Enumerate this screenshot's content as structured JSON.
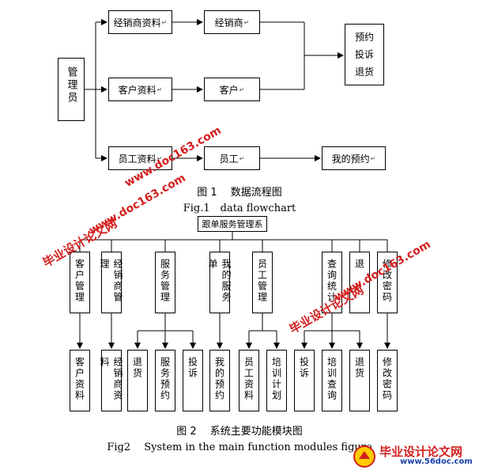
{
  "fig1": {
    "boxes": {
      "admin": "管理员",
      "dealer_info": "经销商资料",
      "dealer": "经销商",
      "customer_info": "客户资料",
      "customer": "客户",
      "staff_info": "员工资料",
      "staff": "员工",
      "my_booking": "我的预约",
      "reserve_complain_return": "预约投诉退货"
    },
    "caption_cn": "图 1　 数据流程图",
    "caption_en": "Fig.1　data flowchart"
  },
  "fig2": {
    "root": "跟单服务管理系",
    "modules": {
      "customer_mgmt": "客户管理",
      "dealer_mgmt": "经销商管理",
      "service_mgmt": "服务管理",
      "my_service": "我的服务单",
      "staff_mgmt": "员工管理",
      "query": "查询统计",
      "logout": "退",
      "change_password": "修改密码"
    },
    "leaves": {
      "customer_info": "客户资料",
      "dealer_info": "经销商资料",
      "return": "退货",
      "service_booking": "服务预约",
      "complain": "投诉",
      "my_booking": "我的预约",
      "staff_info": "员工资料",
      "training_plan": "培训计划",
      "complain2": "投诉",
      "training_query": "培训查询",
      "return2": "退货",
      "change_password": "修改密码"
    },
    "caption_cn": "图 2　 系统主要功能模块图",
    "caption_en": "Fig2　 System in the main function modules figure"
  },
  "watermarks": {
    "site_cn": "毕业设计论文网",
    "site_url": "www.doc163.com",
    "logo_cn": "毕业设计论文网",
    "logo_url": "www.56doc.com"
  },
  "edit_mark": "↵"
}
